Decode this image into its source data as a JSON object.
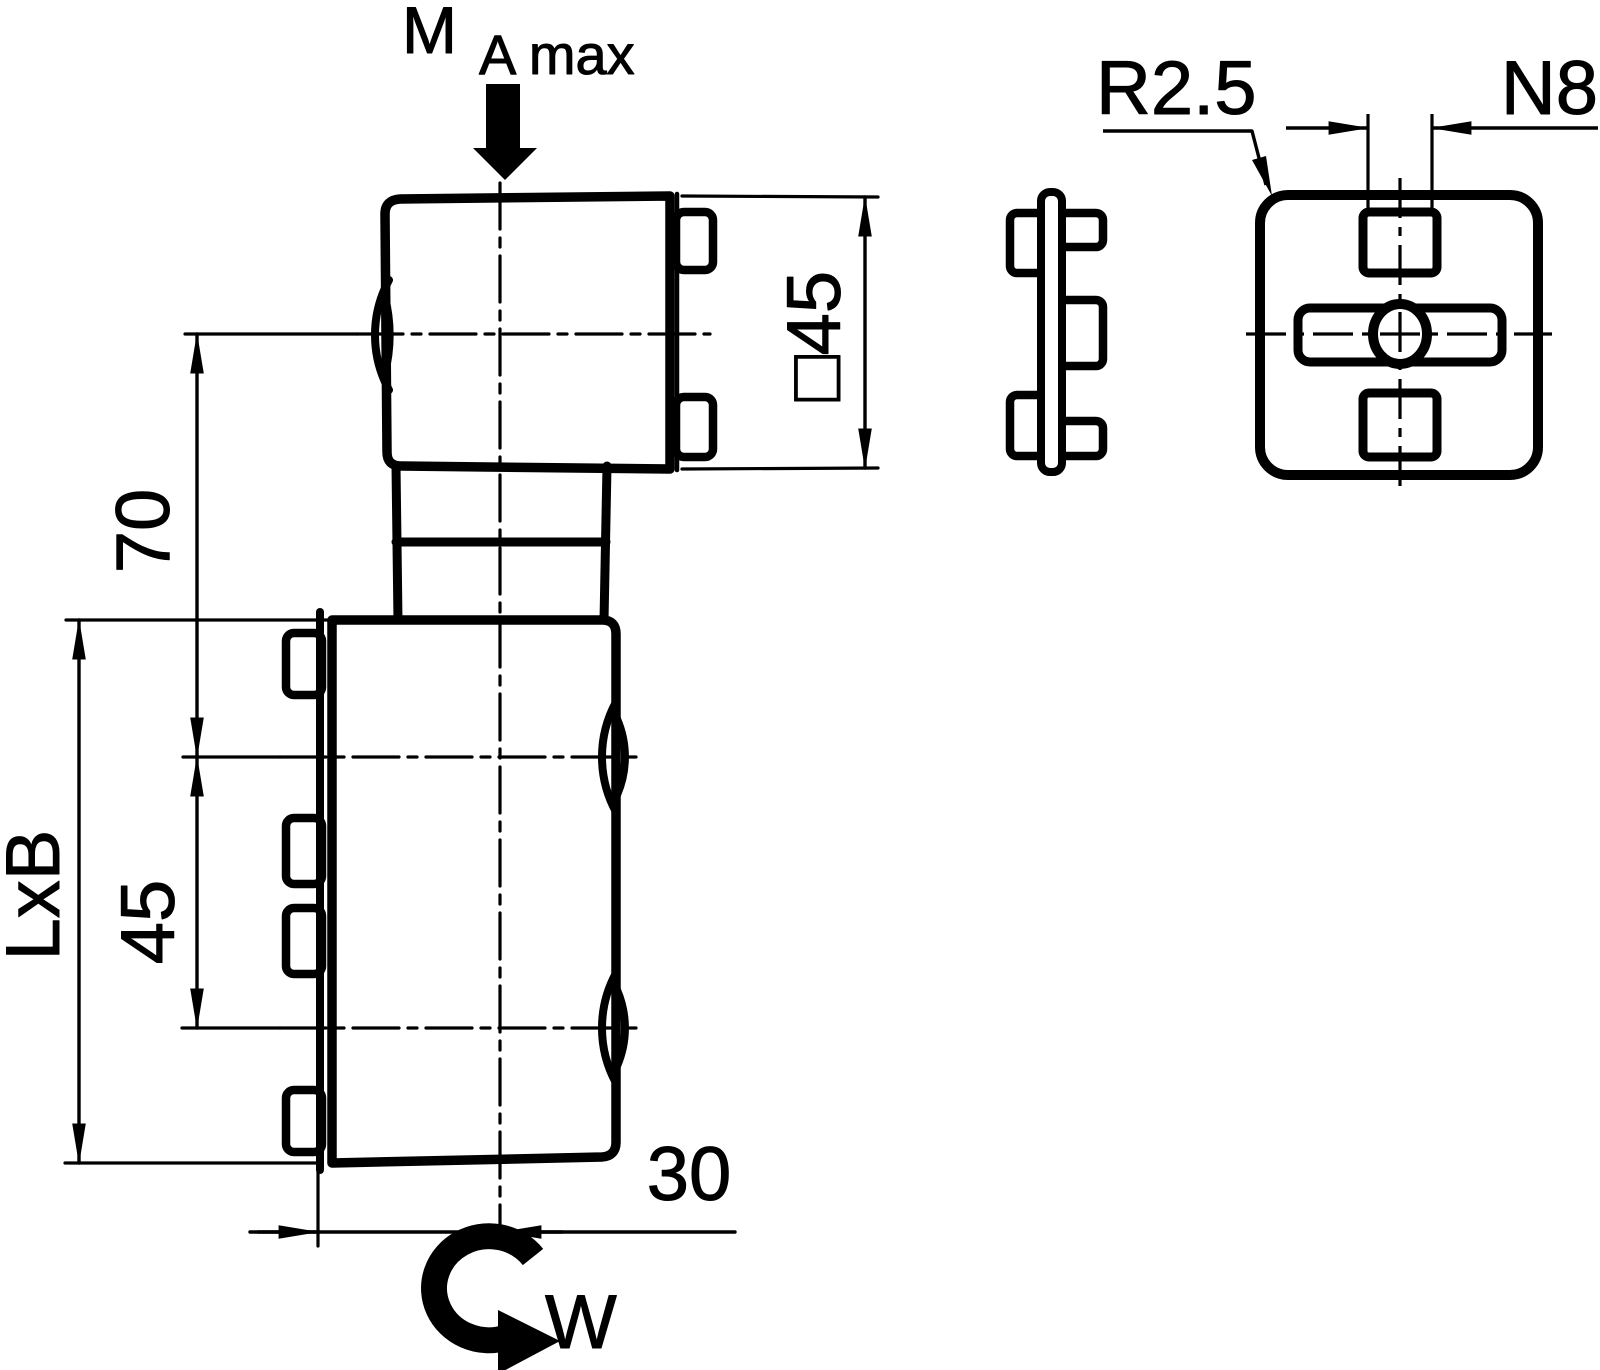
{
  "drawing": {
    "title": "pneumatic-valve-dimension-drawing",
    "background": "#ffffff",
    "line_color": "#000000",
    "labels": {
      "torque_main": "M",
      "torque_sub": "A max",
      "rotation": "W"
    },
    "dimensions": {
      "center_distance_70": "70",
      "port_spacing_45": "45",
      "body_lxb": "LxB",
      "square_45": "□45",
      "offset_30": "30",
      "corner_radius": "R2.5",
      "slot_width": "N8"
    }
  }
}
